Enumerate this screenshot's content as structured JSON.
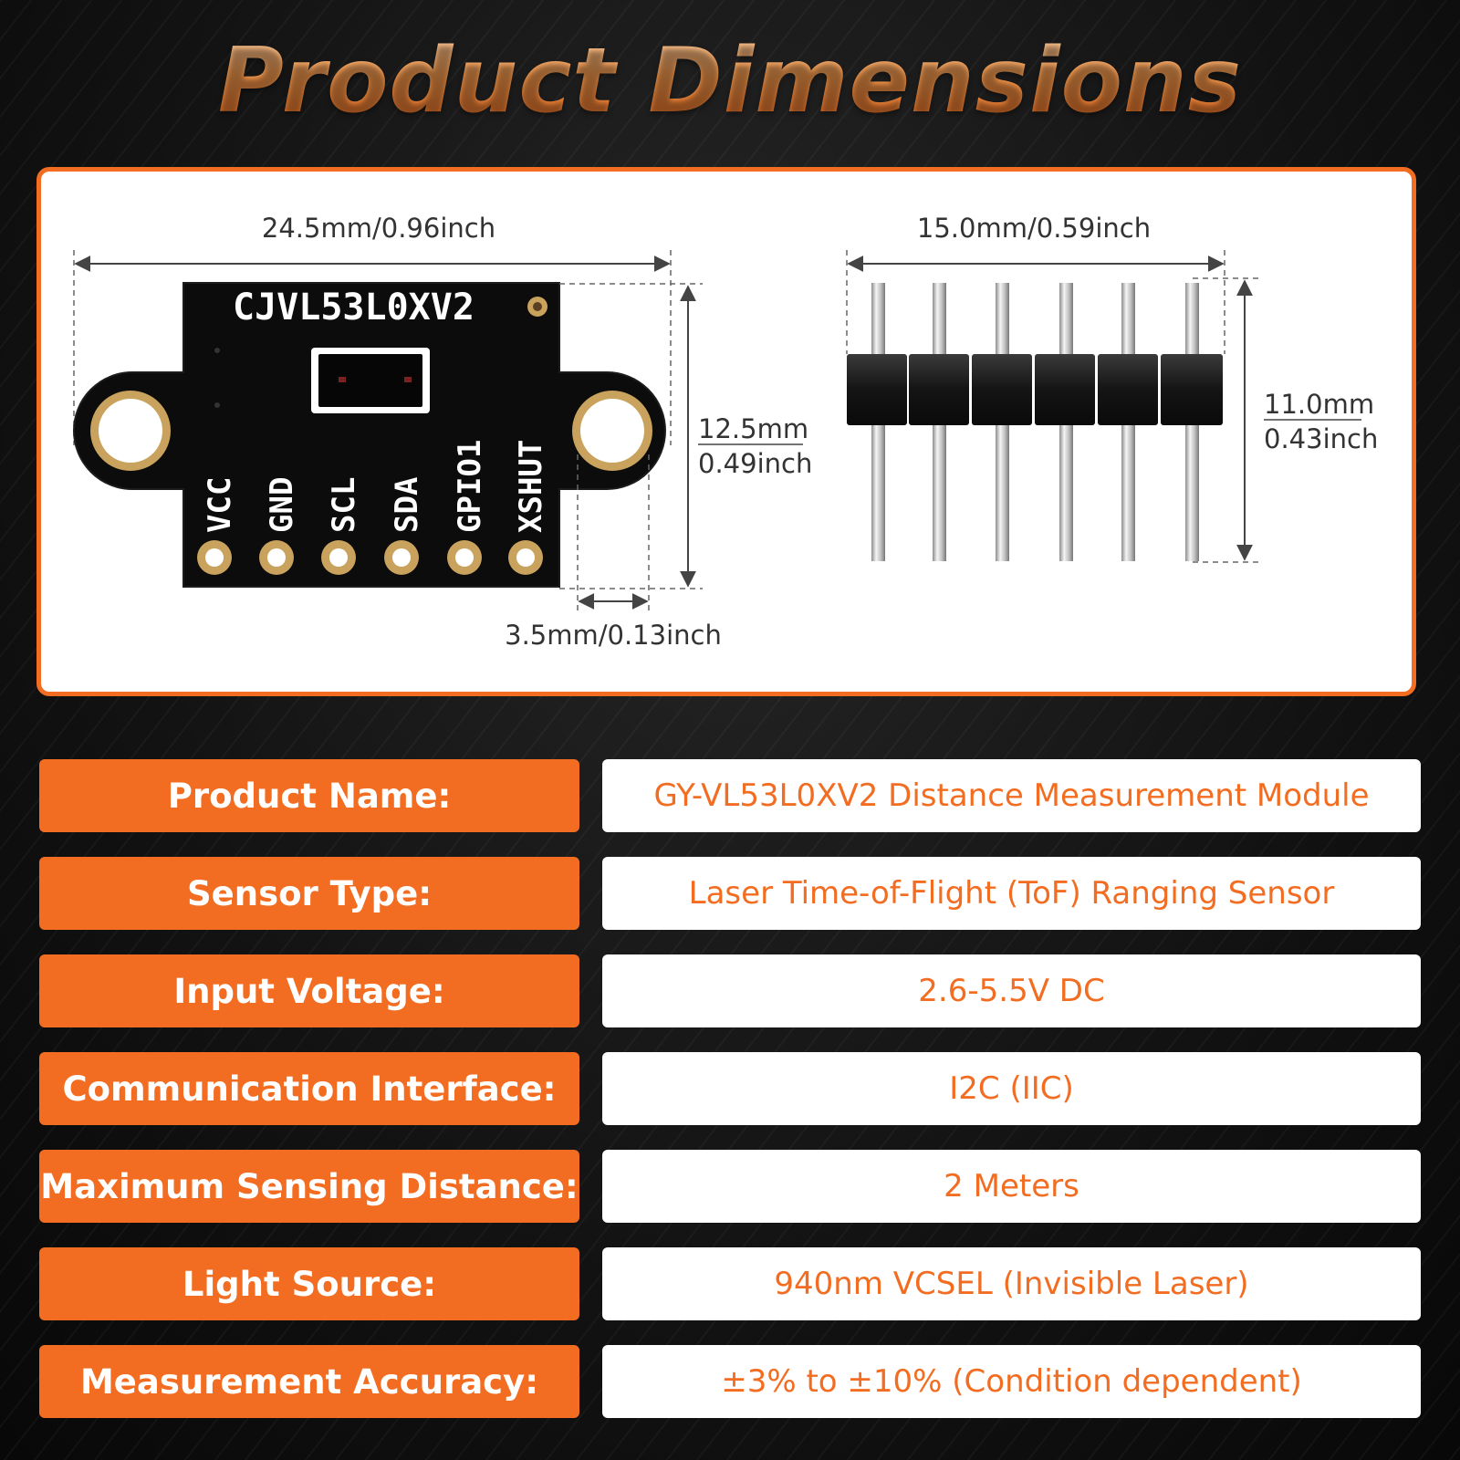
{
  "title": "Product Dimensions",
  "dimensions": {
    "board_width": "24.5mm/0.96inch",
    "board_height_mm": "12.5mm",
    "board_height_in": "0.49inch",
    "tab_width": "3.5mm/0.13inch",
    "header_width": "15.0mm/0.59inch",
    "header_height_mm": "11.0mm",
    "header_height_in": "0.43inch"
  },
  "board": {
    "silkscreen": "CJVL53L0XV2",
    "pins": [
      "VCC",
      "GND",
      "SCL",
      "SDA",
      "GPIO1",
      "XSHUT"
    ]
  },
  "specs": [
    {
      "label": "Product Name:",
      "value": "GY-VL53L0XV2 Distance Measurement Module"
    },
    {
      "label": "Sensor Type:",
      "value": "Laser Time-of-Flight (ToF) Ranging Sensor"
    },
    {
      "label": "Input Voltage:",
      "value": "2.6-5.5V DC"
    },
    {
      "label": "Communication Interface:",
      "value": "I2C (IIC)"
    },
    {
      "label": "Maximum Sensing Distance:",
      "value": "2 Meters"
    },
    {
      "label": "Light Source:",
      "value": "940nm VCSEL (Invisible Laser)"
    },
    {
      "label": "Measurement Accuracy:",
      "value": "±3% to ±10% (Condition dependent)"
    }
  ],
  "colors": {
    "accent": "#f26d21",
    "background": "#121212",
    "panel": "#ffffff"
  }
}
